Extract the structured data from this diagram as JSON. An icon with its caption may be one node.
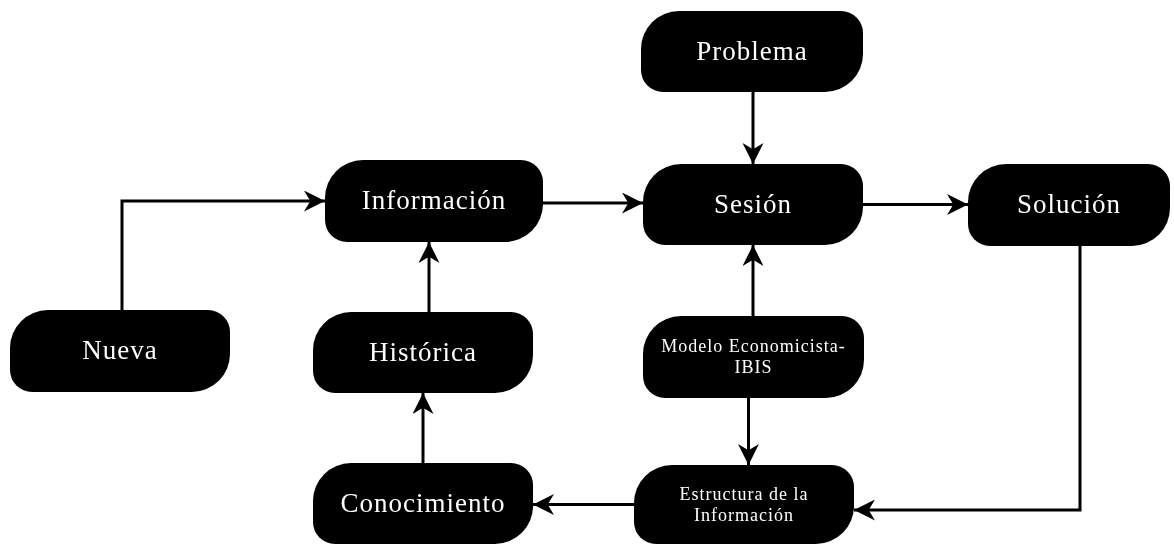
{
  "diagram": {
    "nodes": [
      {
        "text": [
          "Problema"
        ]
      },
      {
        "text": [
          "Nueva"
        ]
      },
      {
        "text": [
          "Información"
        ]
      },
      {
        "text": [
          "Sesión"
        ]
      },
      {
        "text": [
          "Solución"
        ]
      },
      {
        "text": [
          "Histórica"
        ]
      },
      {
        "text": [
          "Modelo Economicista-IBIS"
        ]
      },
      {
        "text": [
          "Conocimiento"
        ]
      },
      {
        "text": [
          "Estructura de la Información"
        ]
      }
    ],
    "edges": [
      {
        "from": 0,
        "to": 3,
        "arrow": "to"
      },
      {
        "from": 1,
        "to": 2,
        "arrow": "to"
      },
      {
        "from": 2,
        "to": 3,
        "arrow": "to"
      },
      {
        "from": 3,
        "to": 4,
        "arrow": "to"
      },
      {
        "from": 5,
        "to": 2,
        "arrow": "to"
      },
      {
        "from": 6,
        "to": 3,
        "arrow": "to"
      },
      {
        "from": 6,
        "to": 8,
        "arrow": "to"
      },
      {
        "from": 7,
        "to": 5,
        "arrow": "to"
      },
      {
        "from": 4,
        "to": 8,
        "arrow": "to"
      },
      {
        "from": 8,
        "to": 7,
        "arrow": "to"
      }
    ]
  }
}
